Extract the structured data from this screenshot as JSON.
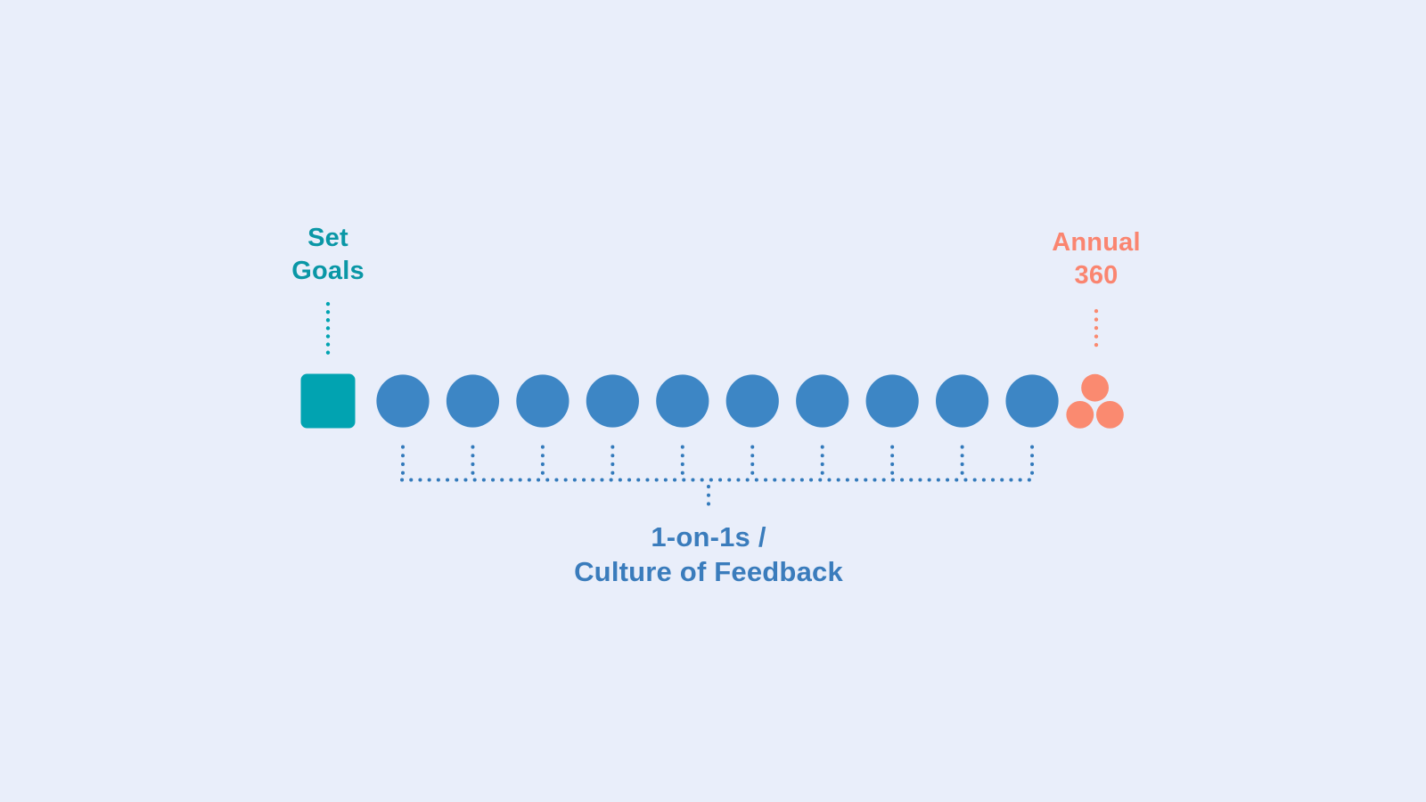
{
  "canvas": {
    "background": "#e9eefa"
  },
  "colors": {
    "background": "#e9eefa",
    "teal": "#01a3b1",
    "teal_text": "#0a97a6",
    "blue": "#3d86c5",
    "blue_dots": "#337abb",
    "blue_text": "#3a7cbc",
    "coral": "#fa8a70",
    "coral_text": "#fa8570"
  },
  "stages": {
    "set_goals": {
      "label_line1": "Set",
      "label_line2": "Goals",
      "marker": "teal-square",
      "count": 1
    },
    "ongoing": {
      "label_line1": "1-on-1s /",
      "label_line2": "Culture of Feedback",
      "marker": "blue-circle",
      "count": 10
    },
    "annual_360": {
      "label_line1": "Annual",
      "label_line2": "360",
      "marker": "coral-circle-cluster",
      "count": 3
    }
  }
}
